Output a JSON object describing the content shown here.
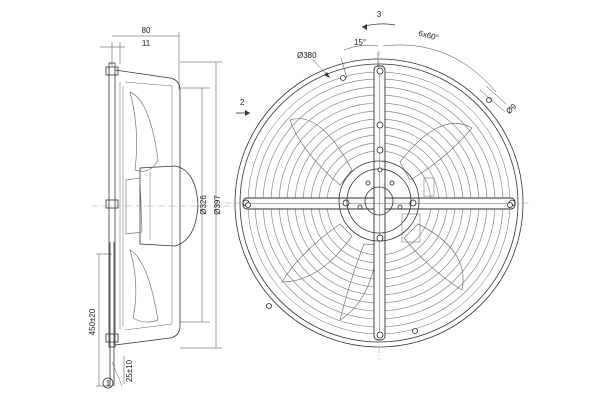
{
  "side_view": {
    "dim_80": "80",
    "dim_11": "11",
    "dim_326": "Ø326",
    "dim_397": "Ø397",
    "dim_450": "450±20",
    "dim_25": "25±10",
    "callout_1": "1"
  },
  "front_view": {
    "dim_380": "Ø380",
    "angle_15": "15°",
    "angle_6x60": "6x60°",
    "hole_9": "Ø9",
    "callout_2": "2",
    "callout_3": "3"
  }
}
